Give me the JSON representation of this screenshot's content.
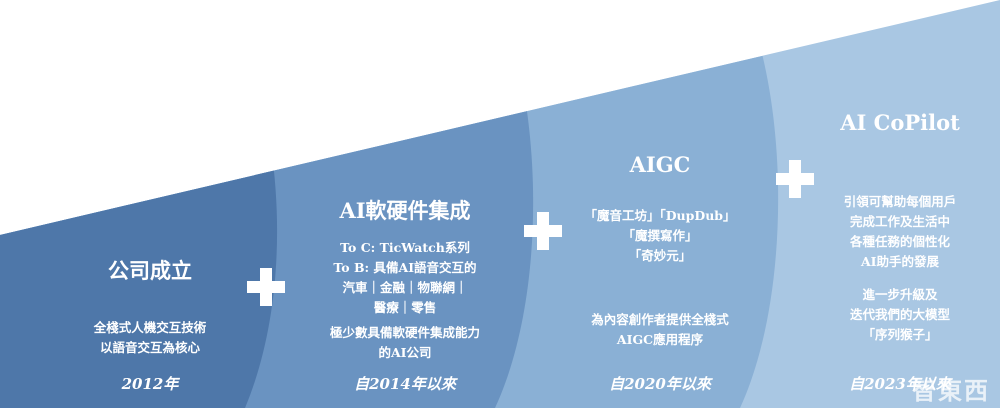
{
  "colors": {
    "stage1": "#4e77a9",
    "stage2": "#6a93c1",
    "stage3": "#8ab0d5",
    "stage4": "#a9c7e3"
  },
  "stages": [
    {
      "title": "公司成立",
      "lines": [
        "全棧式人機交互技術",
        "以語音交互為核心"
      ],
      "year": "2012年"
    },
    {
      "title": "AI軟硬件集成",
      "lines": [
        "To C: TicWatch系列",
        "To B: 具備AI語音交互的",
        "汽車｜金融｜物聯網｜",
        "醫療｜零售"
      ],
      "lines2": [
        "極少數具備軟硬件集成能力",
        "的AI公司"
      ],
      "year": "自2014年以來"
    },
    {
      "title": "AIGC",
      "lines": [
        "「魔音工坊」「DupDub」",
        "「魔撰寫作」",
        "「奇妙元」"
      ],
      "lines2": [
        "為內容創作者提供全棧式",
        "AIGC應用程序"
      ],
      "year": "自2020年以來"
    },
    {
      "title": "AI CoPilot",
      "lines": [
        "引領可幫助每個用戶",
        "完成工作及生活中",
        "各種任務的個性化",
        "AI助手的發展"
      ],
      "lines2": [
        "進一步升級及",
        "迭代我們的大模型",
        "「序列猴子」"
      ],
      "year": "自2023年以來"
    }
  ],
  "icons": {
    "plus": "plus-icon"
  },
  "watermark": "智東西"
}
